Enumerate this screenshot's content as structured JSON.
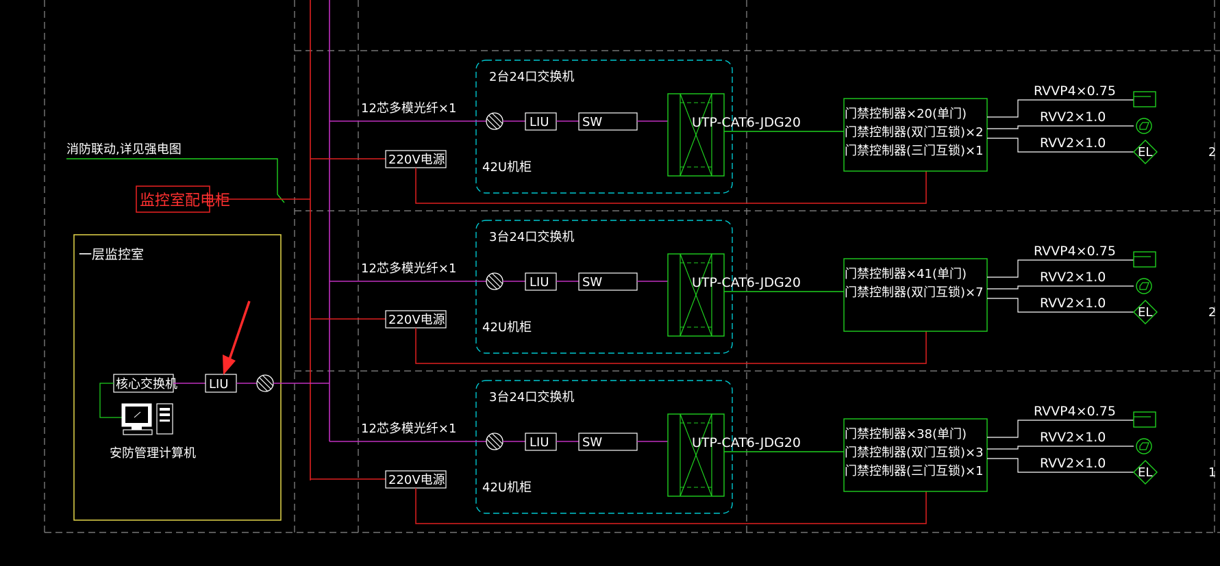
{
  "colors": {
    "background": "#000000",
    "grid_dash": "#8c8c8c",
    "power_red": "#e02020",
    "fiber_magenta": "#c030c0",
    "signal_green": "#1fd11f",
    "cabinet_cyan": "#00c8d0",
    "room_yellow": "#e6d84a",
    "arrow_red": "#ff2a2a"
  },
  "left": {
    "fire_link_label": "消防联动,详见强电图",
    "power_cabinet_label": "监控室配电柜",
    "room_title": "一层监控室",
    "core_switch_label": "核心交换机",
    "liu_label": "LIU",
    "computer_label": "安防管理计算机",
    "computer_icon": "computer-icon",
    "arrow_icon": "red-arrow-icon"
  },
  "rows": [
    {
      "switch_title": "2台24口交换机",
      "fiber_label": "12芯多模光纤×1",
      "liu_label": "LIU",
      "sw_label": "SW",
      "rack_label": "42U机柜",
      "power_label": "220V电源",
      "cable_label": "UTP-CAT6-JDG20",
      "controllers": [
        "门禁控制器×20(单门)",
        "门禁控制器(双门互锁)×2",
        "门禁控制器(三门互锁)×1"
      ],
      "cables": [
        "RVVP4×0.75",
        "RVV2×1.0",
        "RVV2×1.0"
      ],
      "floor_fragment": "2"
    },
    {
      "switch_title": "3台24口交换机",
      "fiber_label": "12芯多模光纤×1",
      "liu_label": "LIU",
      "sw_label": "SW",
      "rack_label": "42U机柜",
      "power_label": "220V电源",
      "cable_label": "UTP-CAT6-JDG20",
      "controllers": [
        "门禁控制器×41(单门)",
        "门禁控制器(双门互锁)×7"
      ],
      "cables": [
        "RVVP4×0.75",
        "RVV2×1.0",
        "RVV2×1.0"
      ],
      "floor_fragment": "2"
    },
    {
      "switch_title": "3台24口交换机",
      "fiber_label": "12芯多模光纤×1",
      "liu_label": "LIU",
      "sw_label": "SW",
      "rack_label": "42U机柜",
      "power_label": "220V电源",
      "cable_label": "UTP-CAT6-JDG20",
      "controllers": [
        "门禁控制器×38(单门)",
        "门禁控制器(双门互锁)×3",
        "门禁控制器(三门互锁)×1"
      ],
      "cables": [
        "RVVP4×0.75",
        "RVV2×1.0",
        "RVV2×1.0"
      ],
      "floor_fragment": "1"
    }
  ],
  "device_symbols": [
    "card-reader-icon",
    "exit-button-icon",
    "electric-lock-icon"
  ],
  "lock_symbol_text": "EL"
}
